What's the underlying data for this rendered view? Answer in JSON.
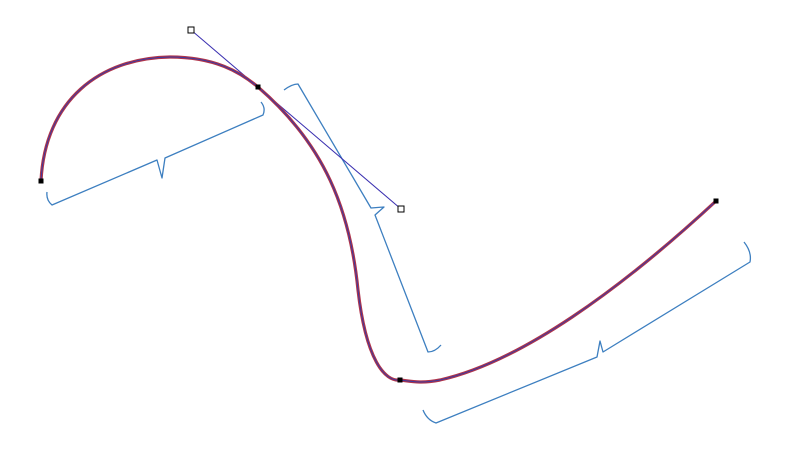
{
  "canvas": {
    "background": "#ffffff"
  },
  "path": {
    "color_outer": "#b0344a",
    "color_inner": "#3a3aa0",
    "anchor_count": 4,
    "selected_anchor": 2
  },
  "handles": {
    "color": "#3a2fb0",
    "count": 2
  },
  "braces": {
    "color": "#3d7fc0",
    "count": 3
  }
}
